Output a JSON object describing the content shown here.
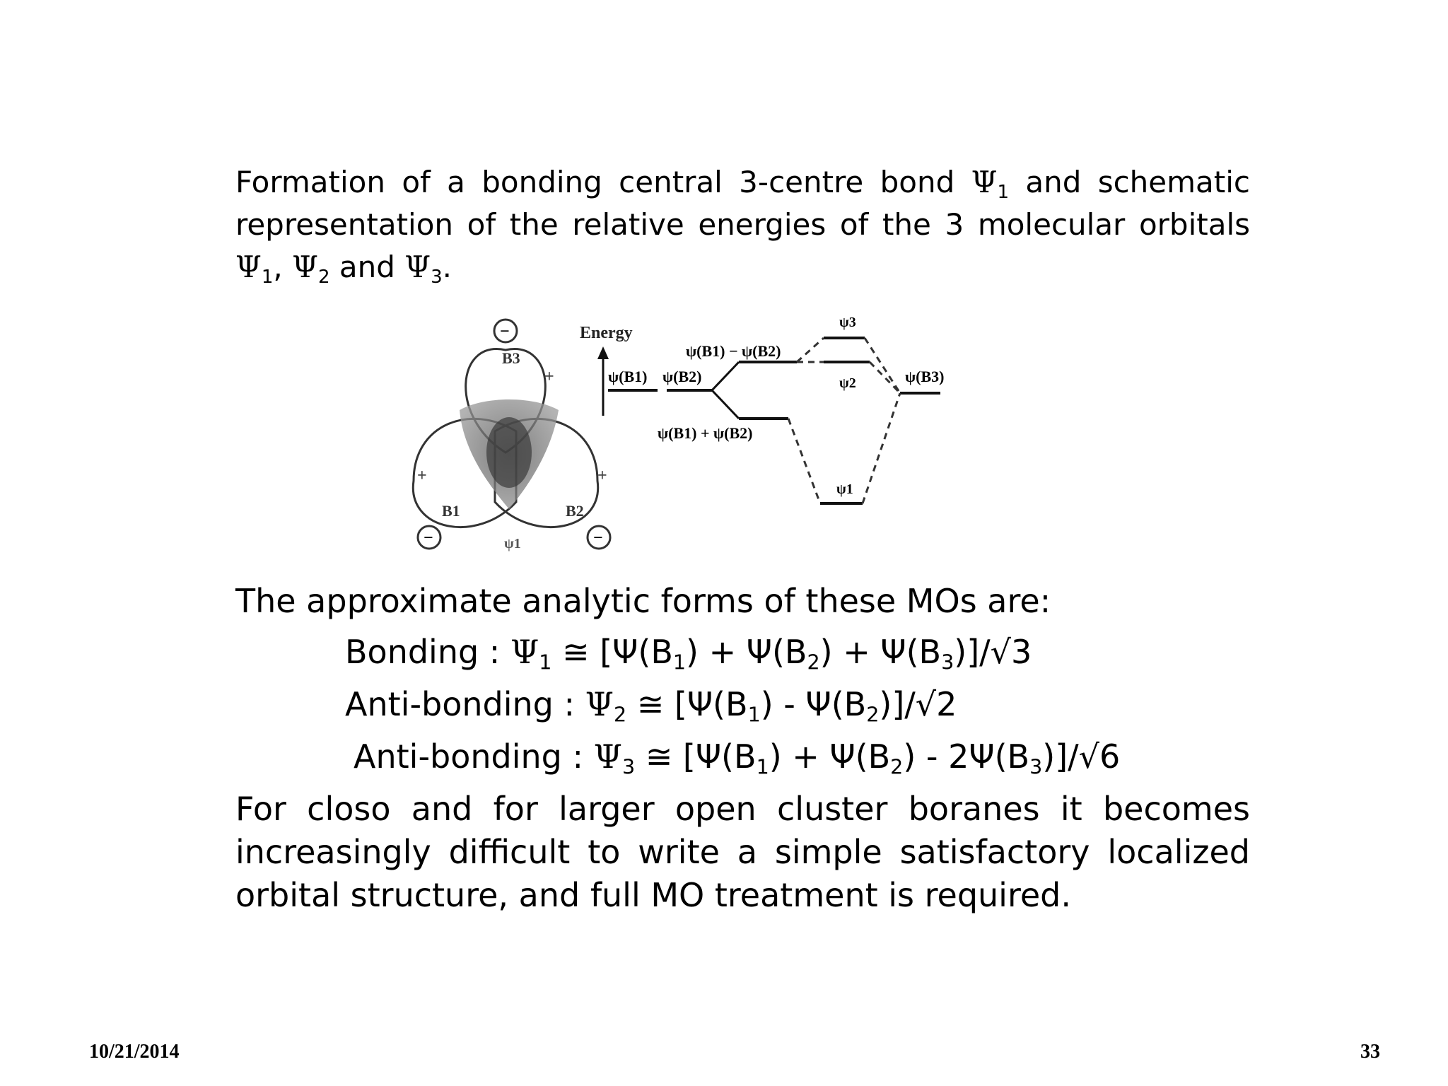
{
  "intro": {
    "line1_a": "Formation of a bonding central 3-centre bond ",
    "line1_psi": "Ψ",
    "line1_sub": "1",
    "line1_b": " and schematic",
    "line2": "representation of the relative energies of the 3 molecular orbitals",
    "line3_psi1": "Ψ",
    "line3_sub1": "1",
    "line3_sep1": ", ",
    "line3_psi2": "Ψ",
    "line3_sub2": "2",
    "line3_and": " and ",
    "line3_psi3": "Ψ",
    "line3_sub3": "3",
    "line3_end": "."
  },
  "figure": {
    "orbital_labels": {
      "b3": "B3",
      "b1": "B1",
      "b2": "B2",
      "psi1": "ψ1",
      "plus": "+",
      "minus": "−"
    },
    "energy_label": "Energy",
    "levels": {
      "psi_b1": "ψ(B1)",
      "psi_b2": "ψ(B2)",
      "psi_b1_minus_b2": "ψ(B1) − ψ(B2)",
      "psi_b1_plus_b2": "ψ(B1) + ψ(B2)",
      "psi3": "ψ3",
      "psi2": "ψ2",
      "psi1": "ψ1",
      "psi_b3": "ψ(B3)"
    }
  },
  "analytic": {
    "heading": "The approximate analytic forms of these MOs are:",
    "eq1": {
      "label": "Bonding : ",
      "psi": "Ψ",
      "sub": "1",
      "approx": " ≅  [",
      "t1": "Ψ(B",
      "s1": "1",
      "t2": ") + Ψ(B",
      "s2": "2",
      "t3": ") + Ψ(B",
      "s3": "3",
      "t4": ")]/√3"
    },
    "eq2": {
      "label": "Anti-bonding : ",
      "psi": "Ψ",
      "sub": "2",
      "approx": " ≅  [",
      "t1": "Ψ(B",
      "s1": "1",
      "t2": ") - Ψ(B",
      "s2": "2",
      "t3": ")]/√2"
    },
    "eq3": {
      "label": "Anti-bonding : ",
      "psi": "Ψ",
      "sub": "3",
      "approx": " ≅  [",
      "t1": "Ψ(B",
      "s1": "1",
      "t2": ") + Ψ(B",
      "s2": "2",
      "t3": ") - 2Ψ(B",
      "s3": "3",
      "t4": ")]/√6"
    }
  },
  "conclusion": {
    "line1": "For closo and for larger open cluster boranes it becomes",
    "line2": "increasingly difficult to write a simple satisfactory localized",
    "line3": "orbital structure, and full MO treatment is required."
  },
  "footer": {
    "date": "10/21/2014",
    "page": "33"
  }
}
